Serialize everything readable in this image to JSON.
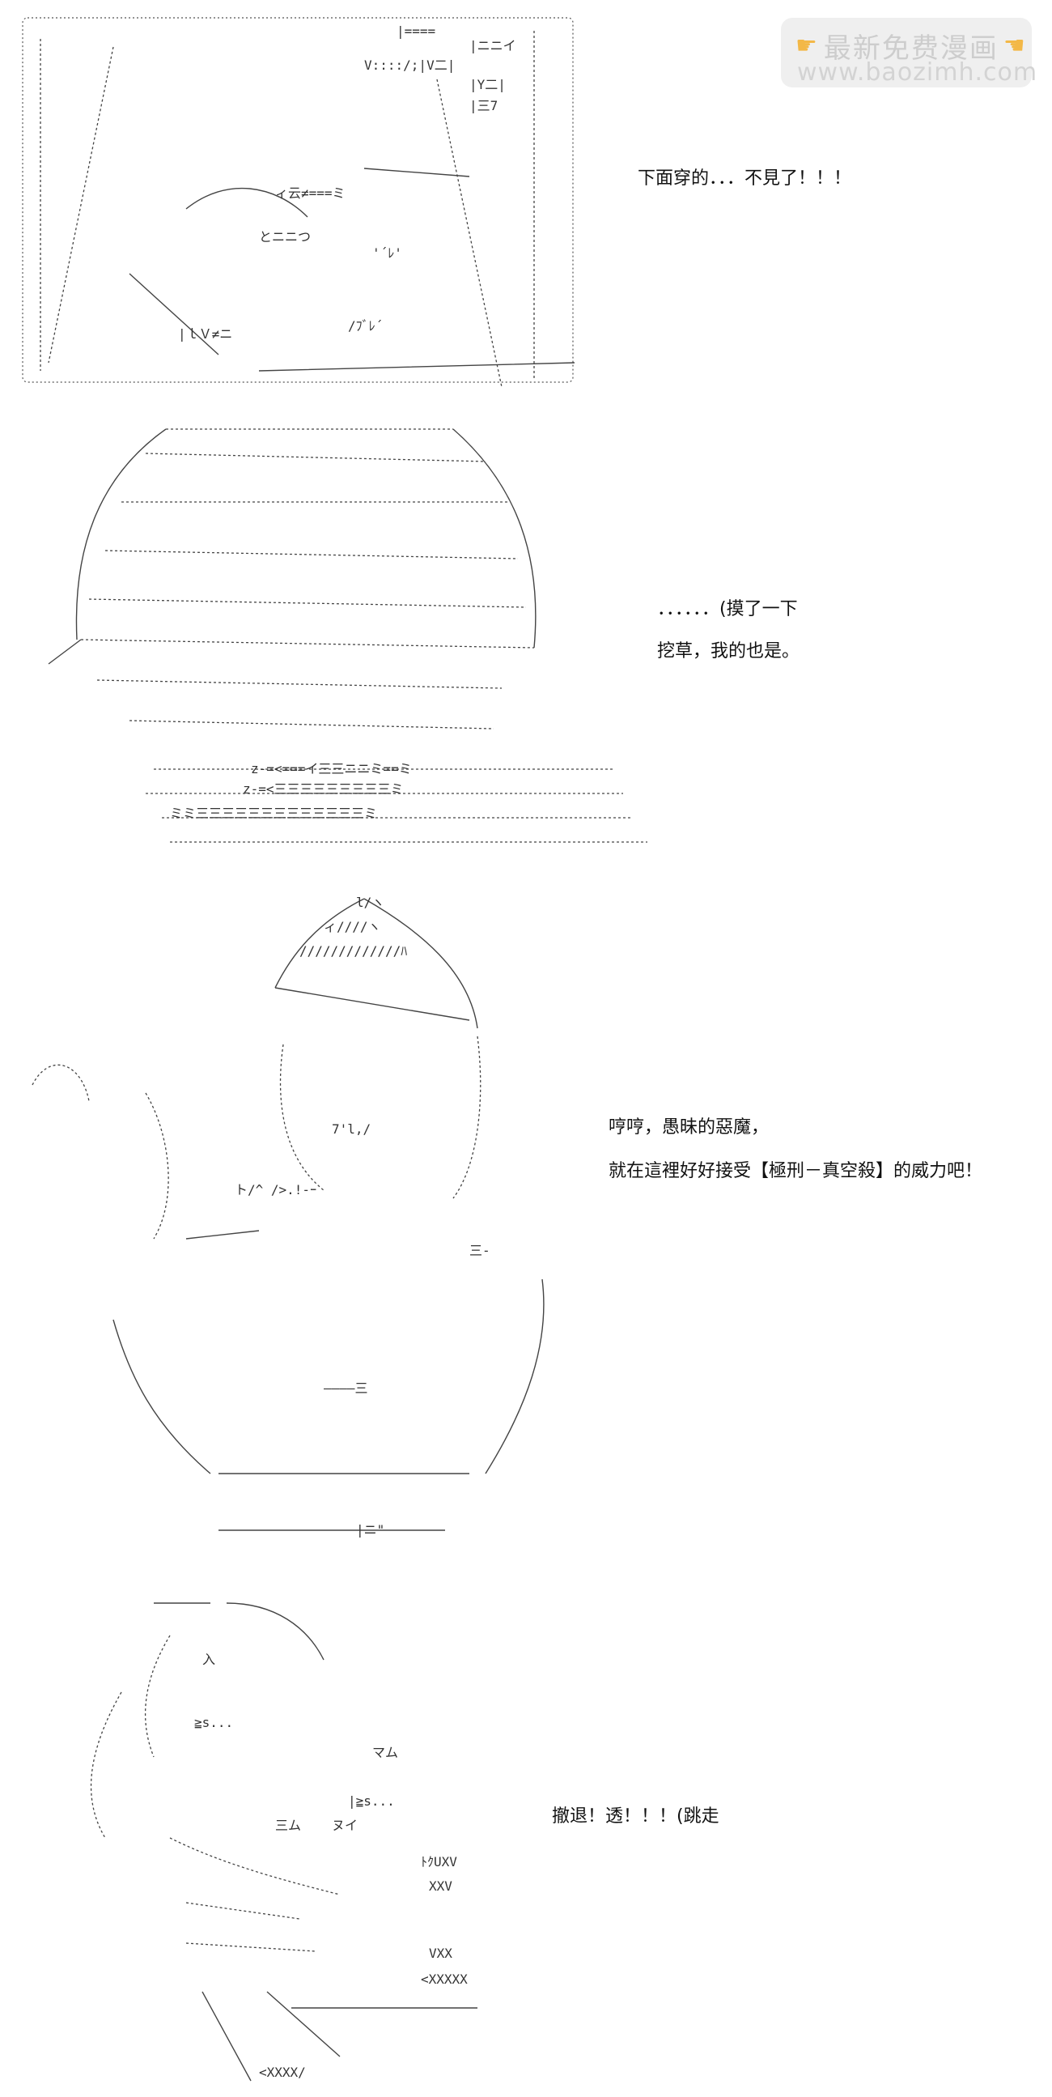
{
  "watermark": {
    "title": "最新免费漫画",
    "url": "www.baozimh.com",
    "icon": "pointing-hand-icon",
    "hand_color": "#f2b134"
  },
  "panels": [
    {
      "captions": [
        "下面穿的．．．不見了！！！"
      ],
      "aa_fragments": [
        "|==== ",
        "|ニニイ",
        "V::::/;|V二|",
        "|Y二|",
        "|三7",
        "とニニつ",
        "ィ云≠===ミ",
        "'´ﾚ'",
        "/ﾌﾞﾚ´",
        "|ｌＶ≠ニ"
      ]
    },
    {
      "captions": [
        "．．．．．．(摸了一下",
        "挖草，我的也是。"
      ],
      "aa_fragments": [
        "z-=<===イ三三ニニミ==ミ",
        "z-=<三三三三三三三三三ミ",
        "ミミ三三三三三三三三三三三三三ミ"
      ]
    },
    {
      "captions": [
        "哼哼，愚昧的惡魔，",
        "就在這裡好好接受【極刑－真空殺】的威力吧！"
      ],
      "aa_fragments": [
        "l/ヽ",
        "ィ////ヽ",
        "/////////////ﾊ",
        "7'l,/",
        "ト/^ />.!-ｰ",
        "三-",
        "――――三",
        "|ニ\""
      ]
    },
    {
      "captions": [
        "撤退！透！！！(跳走"
      ],
      "aa_fragments": [
        "入",
        "≧s...",
        "マム",
        "|≧s...",
        "三ム",
        "ヌイ",
        "ﾄｸUXV",
        "XXV",
        "VXX",
        "<XXXXX",
        "<XXXX/"
      ]
    }
  ]
}
